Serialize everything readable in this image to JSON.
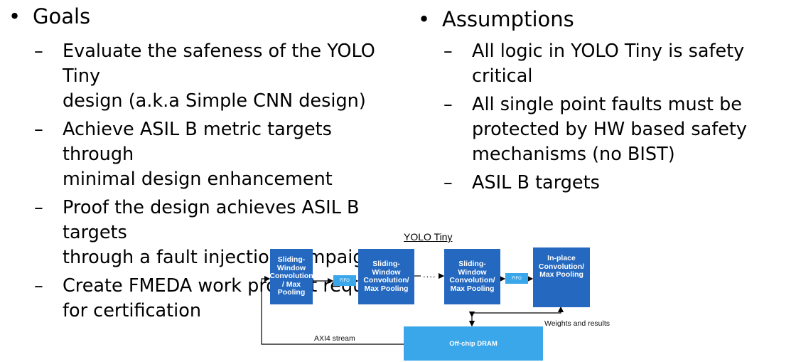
{
  "goals": {
    "bullet": "•",
    "heading": "Goals",
    "items": [
      "Evaluate the safeness of the YOLO Tiny\ndesign (a.k.a Simple CNN design)",
      "Achieve ASIL B metric targets through\nminimal design enhancement",
      "Proof the design achieves ASIL B targets\nthrough a fault injection campaign",
      "Create FMEDA work product required\nfor certification"
    ]
  },
  "assumptions": {
    "bullet": "•",
    "heading": "Assumptions",
    "items": [
      "All logic in YOLO Tiny is safety critical",
      "All single point faults must be\nprotected by HW based safety\nmechanisms (no BIST)",
      "ASIL B targets"
    ]
  },
  "dash": "–",
  "diagram": {
    "title": "YOLO Tiny",
    "blocks": [
      "Sliding-\nWindow\nConvolution\n/ Max\nPooling",
      "Sliding-\nWindow\nConvolution/\nMax Pooling",
      "Sliding-\nWindow\nConvolution/\nMax Pooling",
      "In-place\nConvolution/\nMax Pooling"
    ],
    "fifo_label": "FIFO",
    "ellipsis": "....",
    "dram_label": "Off-chip DRAM",
    "stream_label": "AXI4 stream",
    "weights_label": "Weights and results",
    "colors": {
      "block": "#2468c0",
      "fifo": "#3aa7ea",
      "dram": "#3aa7ea"
    }
  }
}
